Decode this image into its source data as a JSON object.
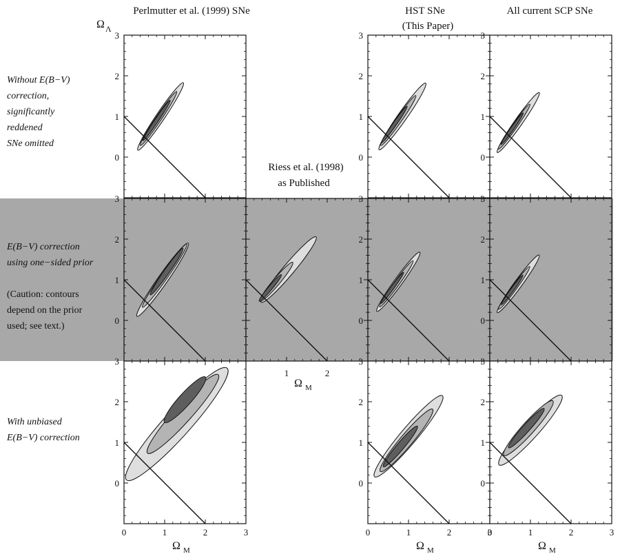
{
  "column_titles": {
    "perlmutter": "Perlmutter et al. (1999) SNe",
    "hst_line1": "HST SNe",
    "hst_line2": "(This Paper)",
    "all_scp": "All current SCP SNe",
    "riess_line1": "Riess et al. (1998)",
    "riess_line2": "as Published"
  },
  "row_labels": {
    "row1": [
      "Without E(B−V)",
      "correction,",
      "significantly",
      "reddened",
      "SNe omitted"
    ],
    "row2": [
      "E(B−V) correction",
      "using one−sided prior"
    ],
    "row2_note": [
      "(Caution: contours",
      "depend on the prior",
      "used; see text.)"
    ],
    "row3": [
      "With unbiased",
      "E(B−V) correction"
    ]
  },
  "axis_symbols": {
    "omega": "Ω",
    "lambda_sub": "Λ",
    "m_sub": "M"
  },
  "colors": {
    "band": "#a8a8a8",
    "outer_contour": "#dedede",
    "mid_contour": "#b4b4b4",
    "inner_contour": "#5e5e5e",
    "line": "#111111",
    "background": "#ffffff"
  },
  "chart_data": {
    "type": "contour",
    "xlabel": "ΩM",
    "ylabel": "ΩΛ",
    "xlim": [
      0,
      3
    ],
    "ylim": [
      -1,
      3
    ],
    "xticks": [
      0,
      1,
      2,
      3
    ],
    "yticks": [
      0,
      1,
      2,
      3
    ],
    "flat_universe_line": {
      "x": [
        0,
        2
      ],
      "y": [
        1,
        -1
      ]
    },
    "panels": [
      {
        "id": "perlmutter-no-correction",
        "row": 1,
        "col": 1,
        "ellipses": [
          {
            "level": "outer",
            "cx": 0.9,
            "cy": 1.0,
            "a": 2.0,
            "b": 0.21,
            "angle": 56
          },
          {
            "level": "mid",
            "cx": 0.85,
            "cy": 0.95,
            "a": 1.6,
            "b": 0.14,
            "angle": 56
          },
          {
            "level": "inner",
            "cx": 0.8,
            "cy": 0.9,
            "a": 1.2,
            "b": 0.09,
            "angle": 56
          }
        ]
      },
      {
        "id": "hst-no-correction",
        "row": 1,
        "col": 4,
        "ellipses": [
          {
            "level": "outer",
            "cx": 0.85,
            "cy": 1.0,
            "a": 2.0,
            "b": 0.22,
            "angle": 55
          },
          {
            "level": "mid",
            "cx": 0.75,
            "cy": 0.9,
            "a": 1.5,
            "b": 0.14,
            "angle": 55
          },
          {
            "level": "inner",
            "cx": 0.65,
            "cy": 0.8,
            "a": 1.1,
            "b": 0.09,
            "angle": 55
          }
        ]
      },
      {
        "id": "scp-no-correction",
        "row": 1,
        "col": 5,
        "ellipses": [
          {
            "level": "outer",
            "cx": 0.7,
            "cy": 0.85,
            "a": 1.8,
            "b": 0.19,
            "angle": 55
          },
          {
            "level": "mid",
            "cx": 0.6,
            "cy": 0.75,
            "a": 1.35,
            "b": 0.12,
            "angle": 55
          },
          {
            "level": "inner",
            "cx": 0.55,
            "cy": 0.7,
            "a": 0.95,
            "b": 0.08,
            "angle": 55
          }
        ]
      },
      {
        "id": "perlmutter-one-sided",
        "row": 2,
        "col": 1,
        "ellipses": [
          {
            "level": "outer",
            "cx": 0.95,
            "cy": 1.0,
            "a": 2.2,
            "b": 0.24,
            "angle": 55
          },
          {
            "level": "mid",
            "cx": 1.0,
            "cy": 1.1,
            "a": 1.9,
            "b": 0.17,
            "angle": 55
          },
          {
            "level": "inner",
            "cx": 1.05,
            "cy": 1.2,
            "a": 1.4,
            "b": 0.13,
            "angle": 55
          }
        ]
      },
      {
        "id": "riess-published",
        "row": 2,
        "col": 2,
        "ellipses": [
          {
            "level": "outer",
            "cx": 1.05,
            "cy": 1.25,
            "a": 2.1,
            "b": 0.27,
            "angle": 50
          },
          {
            "level": "mid",
            "cx": 0.75,
            "cy": 0.95,
            "a": 1.25,
            "b": 0.17,
            "angle": 50
          },
          {
            "level": "inner",
            "cx": 0.6,
            "cy": 0.8,
            "a": 0.85,
            "b": 0.1,
            "angle": 50
          }
        ]
      },
      {
        "id": "hst-one-sided",
        "row": 2,
        "col": 4,
        "ellipses": [
          {
            "level": "outer",
            "cx": 0.75,
            "cy": 0.95,
            "a": 1.8,
            "b": 0.2,
            "angle": 54
          },
          {
            "level": "mid",
            "cx": 0.7,
            "cy": 0.9,
            "a": 1.4,
            "b": 0.13,
            "angle": 54
          },
          {
            "level": "inner",
            "cx": 0.6,
            "cy": 0.8,
            "a": 0.95,
            "b": 0.08,
            "angle": 54
          }
        ]
      },
      {
        "id": "scp-one-sided",
        "row": 2,
        "col": 5,
        "ellipses": [
          {
            "level": "outer",
            "cx": 0.7,
            "cy": 0.9,
            "a": 1.75,
            "b": 0.19,
            "angle": 54
          },
          {
            "level": "mid",
            "cx": 0.6,
            "cy": 0.8,
            "a": 1.3,
            "b": 0.12,
            "angle": 54
          },
          {
            "level": "inner",
            "cx": 0.55,
            "cy": 0.75,
            "a": 0.9,
            "b": 0.08,
            "angle": 54
          }
        ]
      },
      {
        "id": "perlmutter-unbiased",
        "row": 3,
        "col": 1,
        "ellipses": [
          {
            "level": "outer",
            "cx": 1.3,
            "cy": 1.45,
            "a": 3.7,
            "b": 0.65,
            "angle": 48
          },
          {
            "level": "mid",
            "cx": 1.45,
            "cy": 1.7,
            "a": 2.6,
            "b": 0.42,
            "angle": 48
          },
          {
            "level": "inner",
            "cx": 1.5,
            "cy": 2.05,
            "a": 1.5,
            "b": 0.3,
            "angle": 48
          }
        ]
      },
      {
        "id": "hst-unbiased",
        "row": 3,
        "col": 4,
        "ellipses": [
          {
            "level": "outer",
            "cx": 1.0,
            "cy": 1.15,
            "a": 2.6,
            "b": 0.4,
            "angle": 50
          },
          {
            "level": "mid",
            "cx": 0.95,
            "cy": 1.05,
            "a": 2.0,
            "b": 0.3,
            "angle": 50
          },
          {
            "level": "inner",
            "cx": 0.8,
            "cy": 0.9,
            "a": 1.3,
            "b": 0.18,
            "angle": 50
          }
        ]
      },
      {
        "id": "scp-unbiased",
        "row": 3,
        "col": 5,
        "ellipses": [
          {
            "level": "outer",
            "cx": 1.0,
            "cy": 1.3,
            "a": 2.3,
            "b": 0.4,
            "angle": 48
          },
          {
            "level": "mid",
            "cx": 0.95,
            "cy": 1.35,
            "a": 1.8,
            "b": 0.3,
            "angle": 48
          },
          {
            "level": "inner",
            "cx": 0.9,
            "cy": 1.35,
            "a": 1.3,
            "b": 0.18,
            "angle": 48
          }
        ]
      }
    ]
  }
}
